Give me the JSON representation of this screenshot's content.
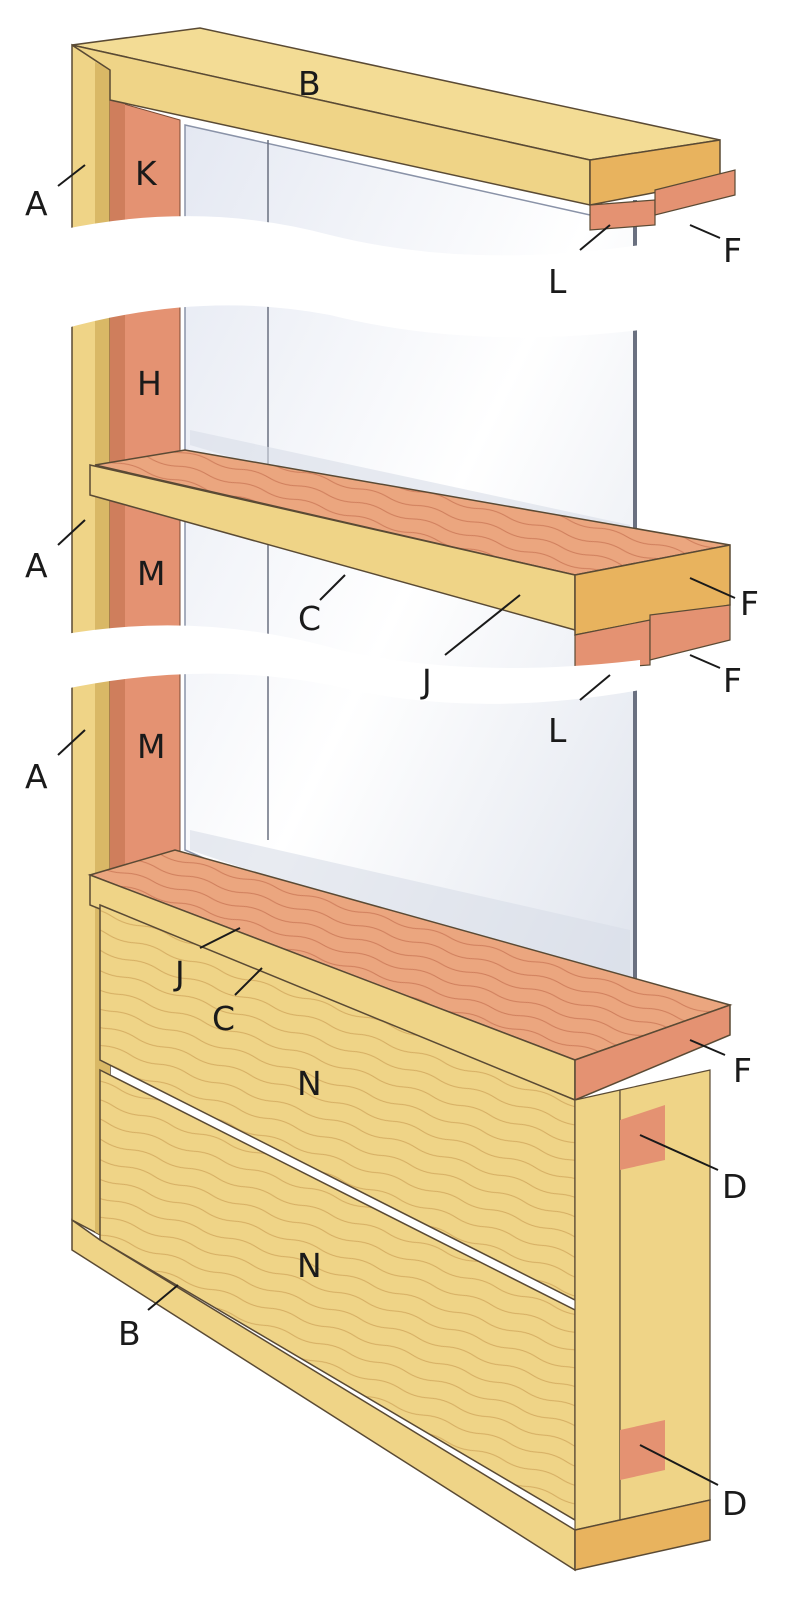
{
  "diagram": {
    "labels": {
      "a_top": "A",
      "a_mid": "A",
      "a_low": "A",
      "b_top": "B",
      "b_bottom": "B",
      "c_mid": "C",
      "c_low": "C",
      "d_top": "D",
      "d_bottom": "D",
      "f_top": "F",
      "f_mid1": "F",
      "f_mid2": "F",
      "f_low": "F",
      "h": "H",
      "j_mid": "J",
      "j_low": "J",
      "k": "K",
      "l_top": "L",
      "l_mid": "L",
      "m_upper": "M",
      "m_lower": "M",
      "n_upper": "N",
      "n_lower": "N"
    },
    "colors": {
      "pine": "#efd487",
      "pine_light": "#f6e3a2",
      "pine_shadow": "#d9b866",
      "end_grain": "#e8b35e",
      "red_wood": "#e49272",
      "red_light": "#efad8a",
      "grain": "#c9935f",
      "glass": "#dfe4ee",
      "outline": "#4a3a28"
    }
  }
}
